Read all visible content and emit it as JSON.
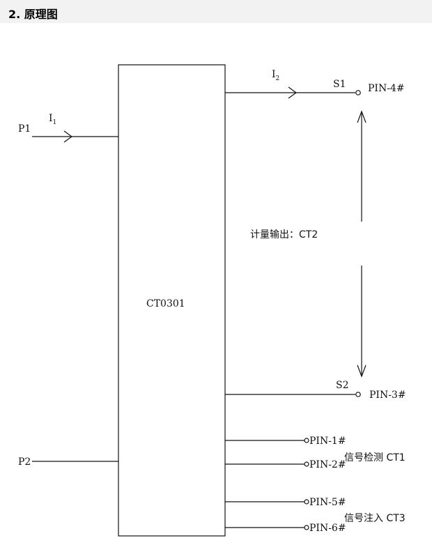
{
  "header": {
    "title": "2. 原理图"
  },
  "diagram": {
    "chip_label": "CT0301",
    "p1": "P1",
    "p2": "P2",
    "i1": "I",
    "i1_sub": "1",
    "i2": "I",
    "i2_sub": "2",
    "s1": "S1",
    "s2": "S2",
    "pin4": "PIN-4#",
    "pin3": "PIN-3#",
    "pin1": "PIN-1#",
    "pin2": "PIN-2#",
    "pin5": "PIN-5#",
    "pin6": "PIN-6#",
    "metering_output": "计量输出：CT2",
    "signal_detect": "信号检测 CT1",
    "signal_inject": "信号注入 CT3"
  }
}
